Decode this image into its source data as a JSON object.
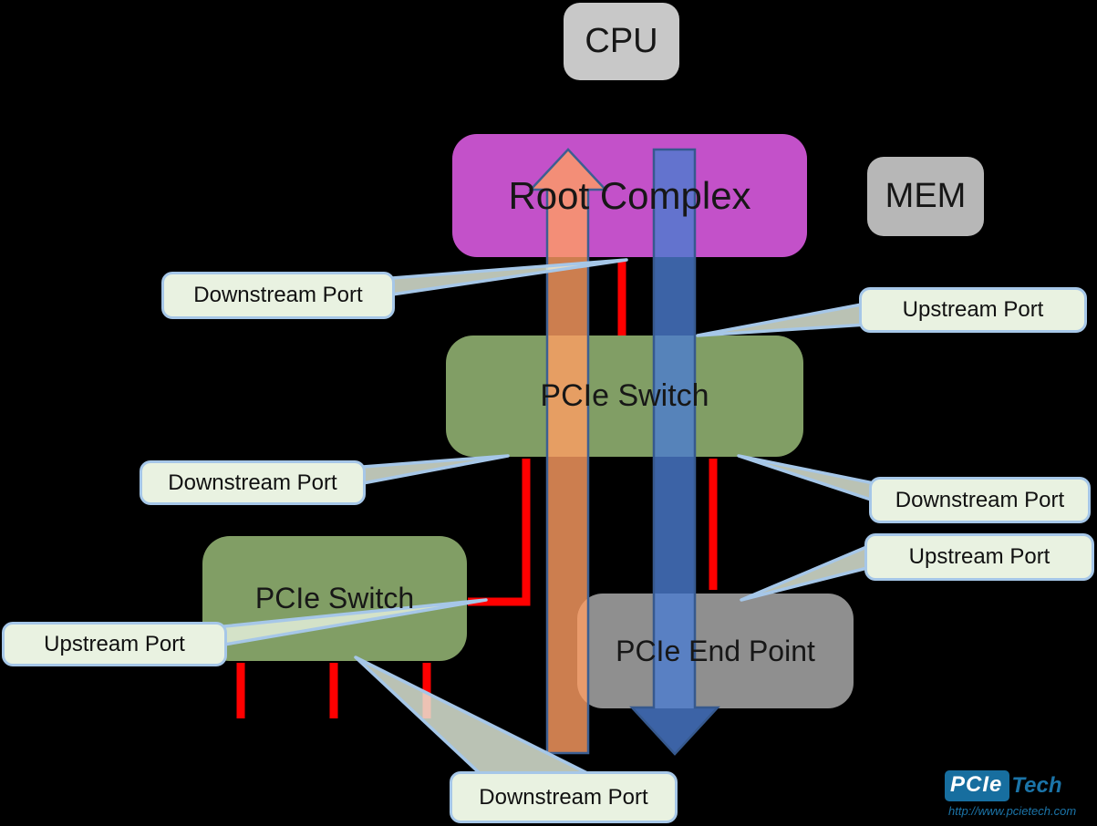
{
  "diagram": {
    "title_semantic": "PCIe topology diagram",
    "background": "#000000",
    "boxes": {
      "cpu": {
        "label": "CPU",
        "fill": "#c8c8c8",
        "text_color": "#1a1a1a"
      },
      "mem": {
        "label": "MEM",
        "fill": "#b7b7b7",
        "text_color": "#1a1a1a"
      },
      "root_complex": {
        "label": "Root Complex",
        "fill": "#c351c9",
        "text_color": "#1c1c1c"
      },
      "pcie_switch_upper": {
        "label": "PCIe Switch",
        "fill": "#819e65",
        "text_color": "#1c1c1c"
      },
      "pcie_switch_lower": {
        "label": "PCIe Switch",
        "fill": "#819e65",
        "text_color": "#1c1c1c"
      },
      "pcie_end_point": {
        "label": "PCIe End Point",
        "fill": "#8f8f8f",
        "text_color": "#1c1c1c"
      }
    },
    "callouts": [
      {
        "label": "Downstream Port",
        "points_to": "root-complex-downstream-link"
      },
      {
        "label": "Upstream Port",
        "points_to": "upper-switch-top"
      },
      {
        "label": "Downstream Port",
        "points_to": "upper-switch-bottom-left"
      },
      {
        "label": "Downstream Port",
        "points_to": "upper-switch-bottom-right"
      },
      {
        "label": "Upstream Port",
        "points_to": "pcie-end-point-top"
      },
      {
        "label": "Upstream Port",
        "points_to": "lower-switch-right-link"
      },
      {
        "label": "Downstream Port",
        "points_to": "lower-switch-bottom"
      }
    ],
    "callout_style": {
      "fill": "#e9f2e1",
      "border": "#a6c7e8"
    },
    "arrows": {
      "upstream_flow": {
        "direction": "up",
        "fill": "#ff9e63",
        "border": "#3d5f92"
      },
      "downstream_flow": {
        "direction": "down",
        "fill": "#4b7cd0",
        "border": "#36598e"
      }
    },
    "links": {
      "color": "#ff0000"
    },
    "logo": {
      "badge": "PCIe",
      "suffix": "Tech",
      "url": "http://www.pcietech.com",
      "badge_bg": "#176e9f",
      "text_color": "#1b74a8"
    }
  }
}
